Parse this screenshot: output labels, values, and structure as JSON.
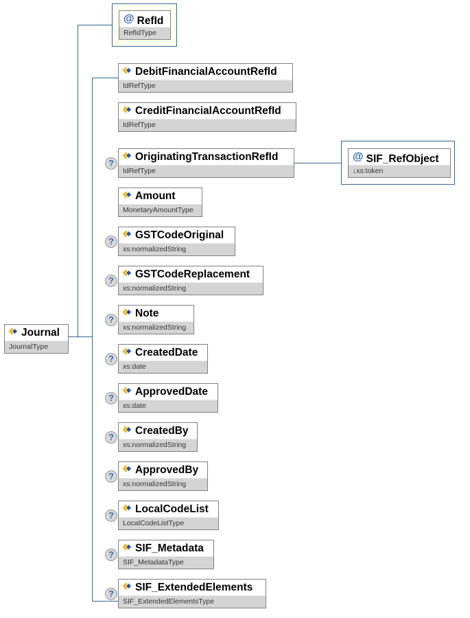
{
  "root": {
    "name": "Journal",
    "type": "JournalType"
  },
  "attribute": {
    "name": "RefId",
    "type": "RefIdType",
    "icon": "@"
  },
  "ref_object": {
    "name": "SIF_RefObject",
    "type": "↓xs:token",
    "icon": "@"
  },
  "optional_icon": "?",
  "children": [
    {
      "name": "DebitFinancialAccountRefId",
      "type": "IdRefType",
      "optional": false
    },
    {
      "name": "CreditFinancialAccountRefId",
      "type": "IdRefType",
      "optional": false
    },
    {
      "name": "OriginatingTransactionRefId",
      "type": "IdRefType",
      "optional": true
    },
    {
      "name": "Amount",
      "type": "MonetaryAmountType",
      "optional": false
    },
    {
      "name": "GSTCodeOriginal",
      "type": "xs:normalizedString",
      "optional": true
    },
    {
      "name": "GSTCodeReplacement",
      "type": "xs:normalizedString",
      "optional": true
    },
    {
      "name": "Note",
      "type": "xs:normalizedString",
      "optional": true
    },
    {
      "name": "CreatedDate",
      "type": "xs:date",
      "optional": true
    },
    {
      "name": "ApprovedDate",
      "type": "xs:date",
      "optional": true
    },
    {
      "name": "CreatedBy",
      "type": "xs:normalizedString",
      "optional": true
    },
    {
      "name": "ApprovedBy",
      "type": "xs:normalizedString",
      "optional": true
    },
    {
      "name": "LocalCodeList",
      "type": "LocalCodeListType",
      "optional": true
    },
    {
      "name": "SIF_Metadata",
      "type": "SIF_MetadataType",
      "optional": true
    },
    {
      "name": "SIF_ExtendedElements",
      "type": "SIF_ExtendedElementsType",
      "optional": true
    }
  ]
}
